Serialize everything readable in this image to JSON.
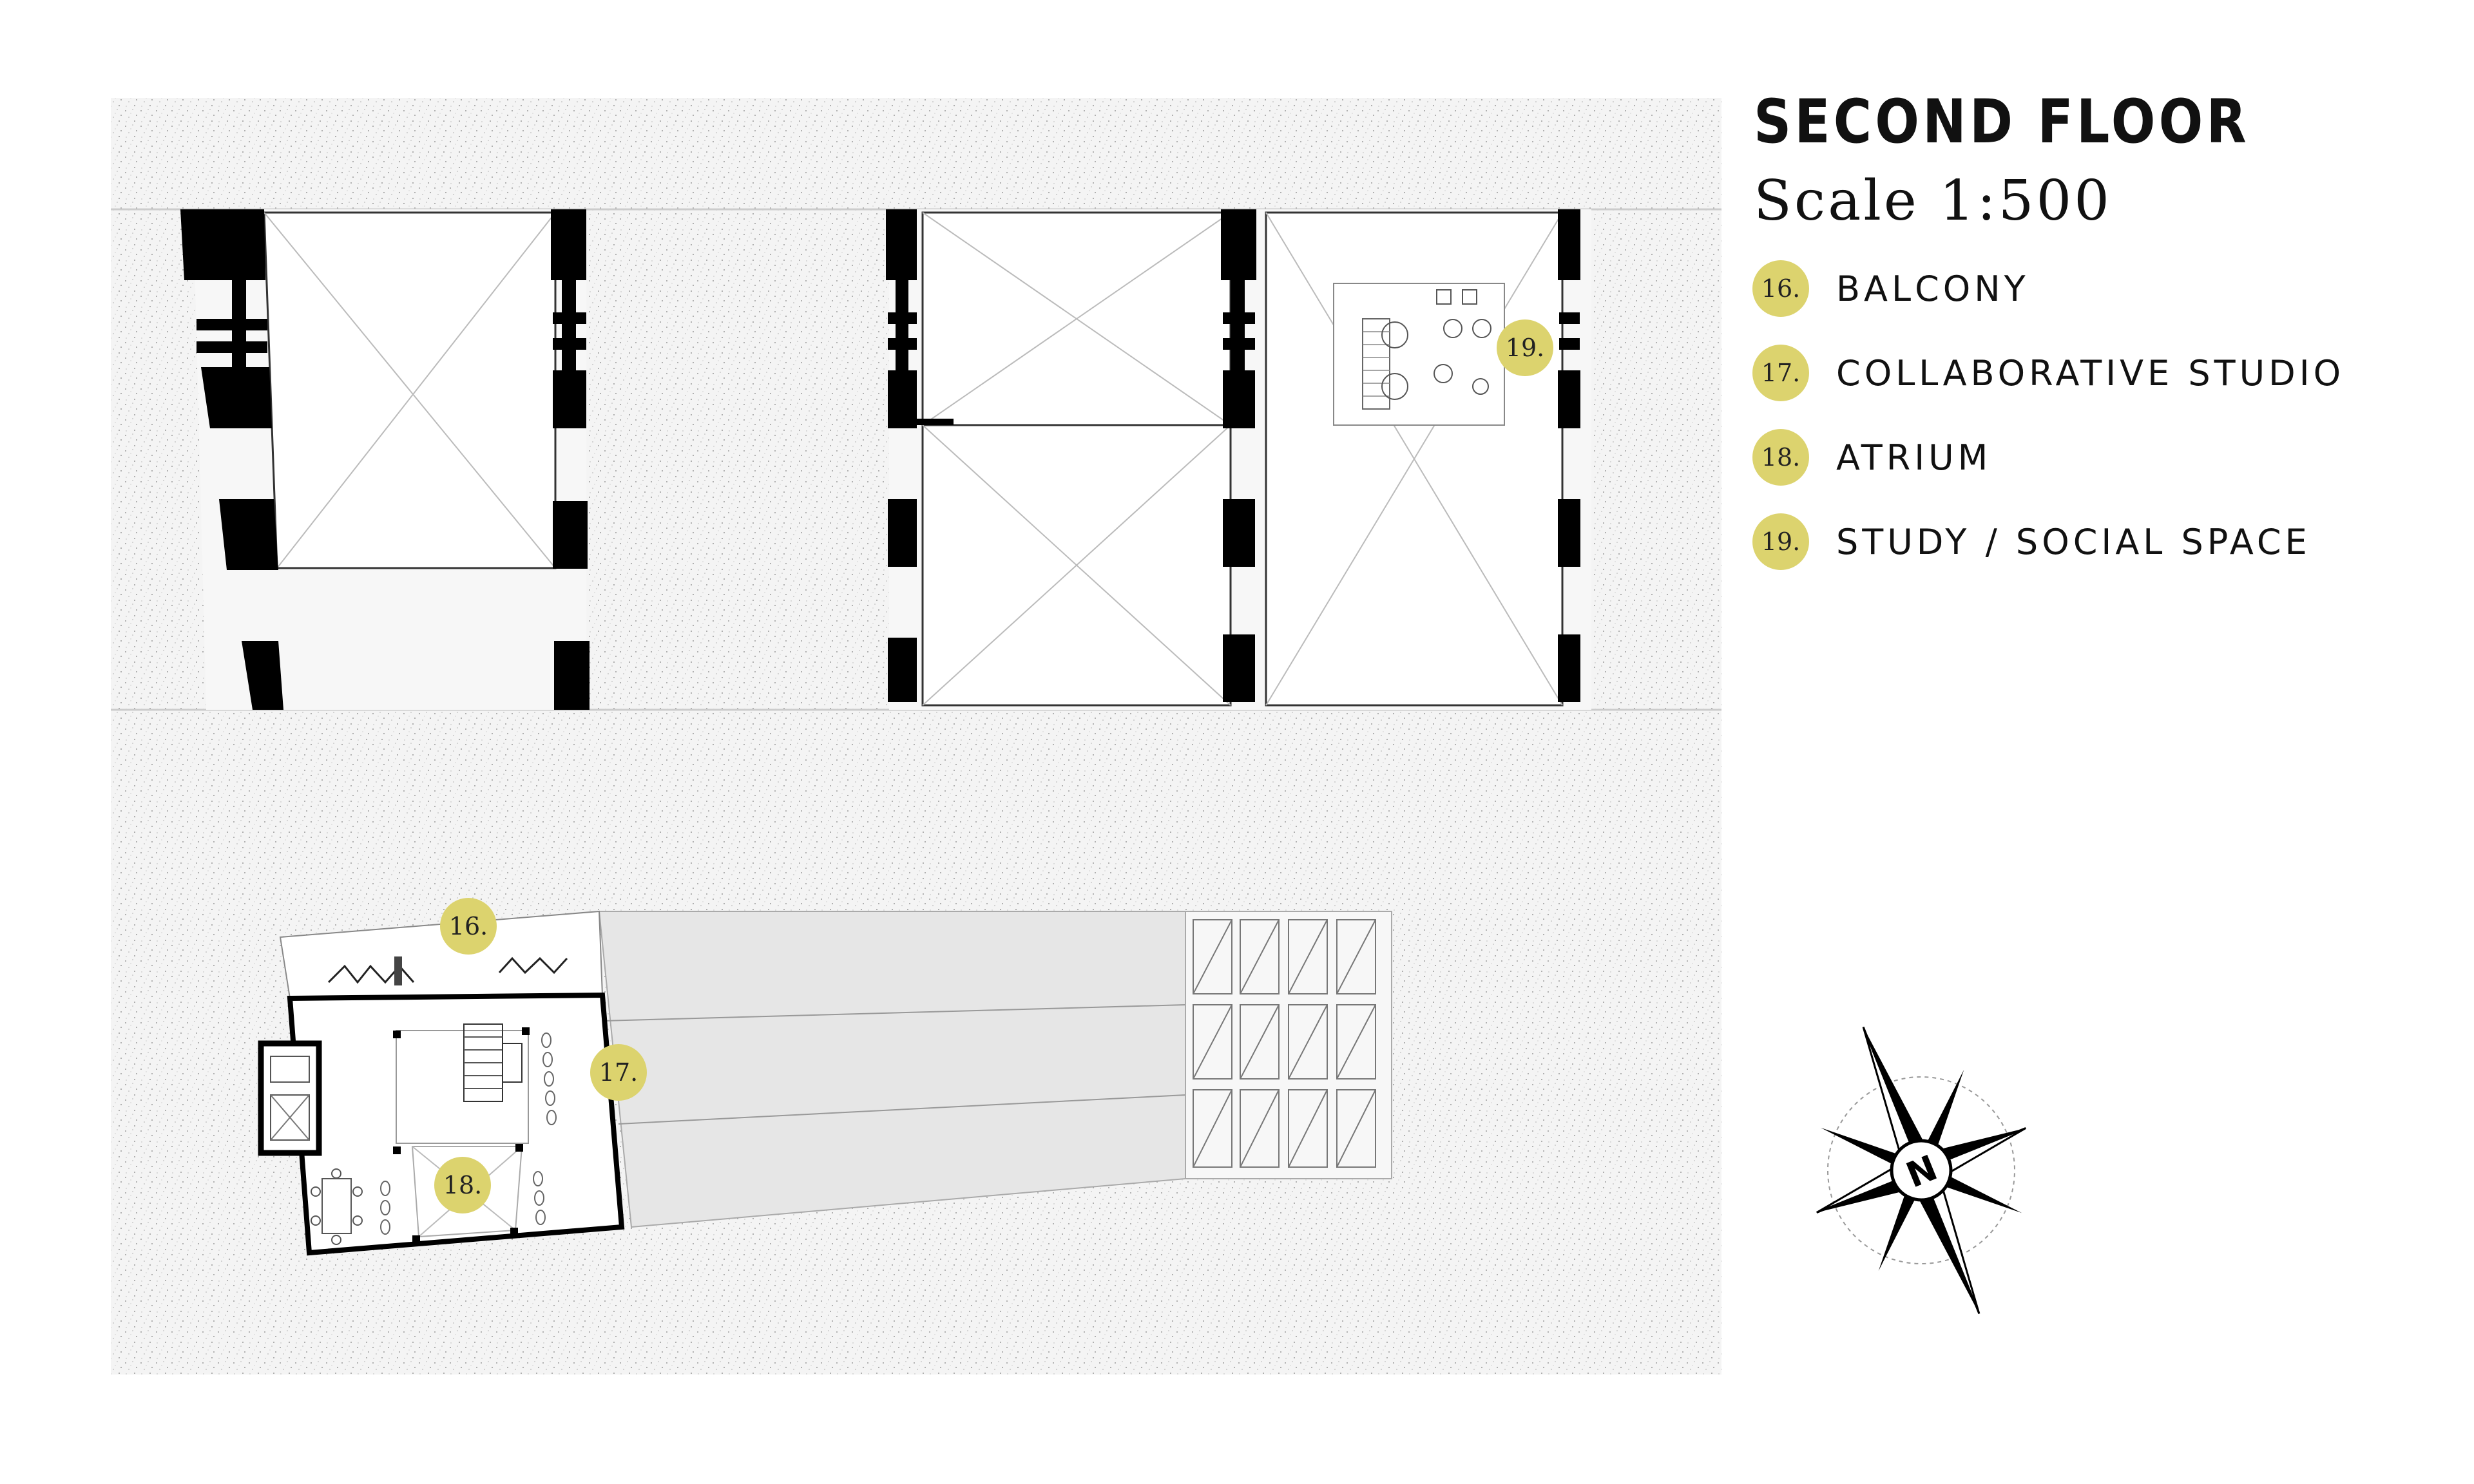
{
  "title": "SECOND FLOOR",
  "scale": "Scale 1:500",
  "legend": [
    {
      "number": "16.",
      "label": "BALCONY"
    },
    {
      "number": "17.",
      "label": "COLLABORATIVE STUDIO"
    },
    {
      "number": "18.",
      "label": "ATRIUM"
    },
    {
      "number": "19.",
      "label": "STUDY / SOCIAL SPACE"
    }
  ],
  "plan_labels": {
    "balcony": "16.",
    "studio": "17.",
    "atrium": "18.",
    "study": "19."
  },
  "compass": {
    "letter": "N"
  },
  "colors": {
    "label_badge": "#dcd36e",
    "wall": "#000000",
    "ground_fill": "#f3f3f3",
    "roof_fill": "#e8e8e8"
  }
}
